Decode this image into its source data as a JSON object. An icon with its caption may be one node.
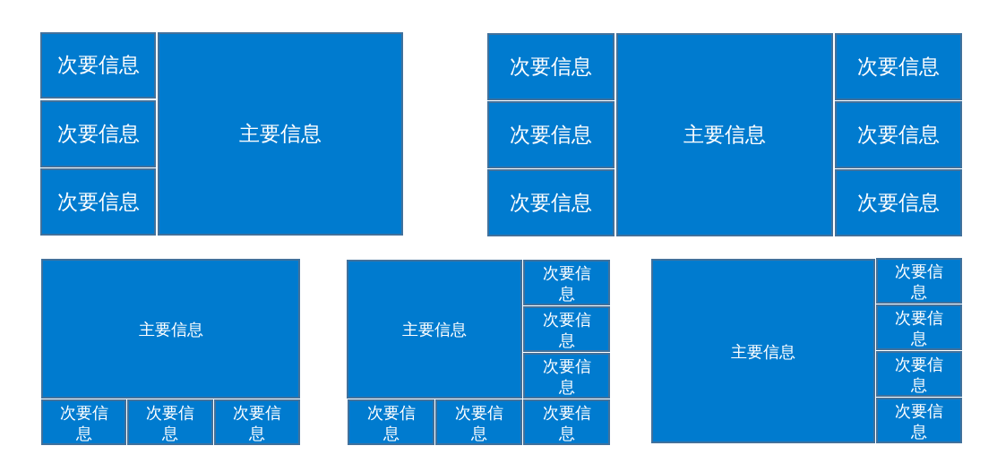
{
  "diagram": {
    "nodes": [
      {
        "text": [
          "次要信息"
        ]
      },
      {
        "text": [
          "主要信息"
        ]
      },
      {
        "text": [
          "次要信息"
        ]
      },
      {
        "text": [
          "次要信息"
        ]
      },
      {
        "text": [
          "次要信息"
        ]
      },
      {
        "text": [
          "主要信息"
        ]
      },
      {
        "text": [
          "次要信息"
        ]
      },
      {
        "text": [
          "次要信息"
        ]
      },
      {
        "text": [
          "次要信息"
        ]
      },
      {
        "text": [
          "次要信息"
        ]
      },
      {
        "text": [
          "次要信息"
        ]
      },
      {
        "text": [
          "主要信息"
        ]
      },
      {
        "text": [
          "次要信息"
        ]
      },
      {
        "text": [
          "次要信息"
        ]
      },
      {
        "text": [
          "次要信息"
        ]
      },
      {
        "text": [
          "主要信息"
        ]
      },
      {
        "text": [
          "次要信息"
        ]
      },
      {
        "text": [
          "次要信息"
        ]
      },
      {
        "text": [
          "次要信息"
        ]
      },
      {
        "text": [
          "次要信息"
        ]
      },
      {
        "text": [
          "次要信息"
        ]
      },
      {
        "text": [
          "次要信息"
        ]
      },
      {
        "text": [
          "主要信息"
        ]
      },
      {
        "text": [
          "次要信息"
        ]
      },
      {
        "text": [
          "次要信息"
        ]
      },
      {
        "text": [
          "次要信息"
        ]
      },
      {
        "text": [
          "次要信息"
        ]
      }
    ]
  }
}
